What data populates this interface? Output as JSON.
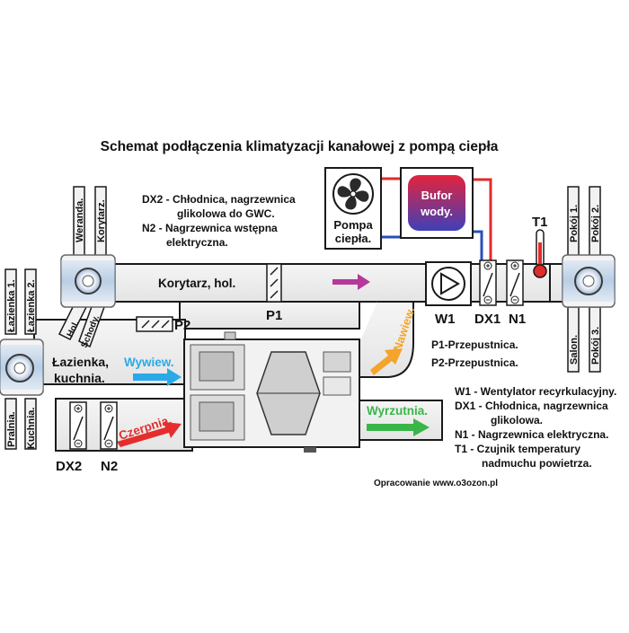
{
  "title": "Schemat podłączenia klimatyzacji kanałowej z pompą ciepła",
  "heat_pump": {
    "line1": "Pompa",
    "line2": "ciepła."
  },
  "buffer": {
    "line1": "Bufor",
    "line2": "wody."
  },
  "notes_top": {
    "dx2_line1": "DX2 - Chłodnica, nagrzewnica",
    "dx2_line2": "glikolowa do GWC.",
    "n2_line1": "N2 - Nagrzewnica wstępna",
    "n2_line2": "elektryczna."
  },
  "rooms": {
    "weranda": "Weranda.",
    "korytarz": "Korytarz.",
    "pokoj1": "Pokój 1.",
    "pokoj2": "Pokój 2.",
    "lazienka1": "Łazienka 1.",
    "lazienka2": "Łazienka 2.",
    "pralnia": "Pralnia.",
    "kuchnia": "Kuchnia.",
    "hol": "Hol.",
    "schody": "Schody.",
    "salon": "Salon.",
    "pokoj3": "Pokój 3."
  },
  "labels": {
    "korytarz_hol": "Korytarz, hol.",
    "p1": "P1",
    "p2": "P2",
    "lazienka_line1": "Łazienka,",
    "lazienka_line2": "kuchnia.",
    "wywiew": "Wywiew.",
    "czerpnia": "Czerpnia.",
    "nawiew": "Nawiew.",
    "wyrzutnia": "Wyrzutnia.",
    "t1": "T1",
    "w1": "W1",
    "dx1": "DX1",
    "n1": "N1",
    "dx2": "DX2",
    "n2": "N2"
  },
  "legend_p": {
    "p1": "P1-Przepustnica.",
    "p2": "P2-Przepustnica."
  },
  "legend_components": {
    "w1": "W1 - Wentylator recyrkulacyjny.",
    "dx1_line1": "DX1 - Chłodnica, nagrzewnica",
    "dx1_line2": "glikolowa.",
    "n1": "N1 - Nagrzewnica elektryczna.",
    "t1_line1": "T1 - Czujnik temperatury",
    "t1_line2": "nadmuchu powietrza."
  },
  "credit": "Opracowanie www.o3ozon.pl",
  "colors": {
    "duct_fill": "#efefef",
    "duct_stroke": "#1a1a1a",
    "wywiew": "#29a9e8",
    "czerpnia": "#e52d2d",
    "nawiew": "#f4a42a",
    "wyrzutnia": "#3ab54a",
    "recirc": "#b5389b",
    "hot_pipe": "#e22b2b",
    "cold_pipe": "#2b4fb8",
    "buffer_top": "#e3243c",
    "buffer_bottom": "#3f3fb8",
    "valve_ring": "#90b4db"
  }
}
